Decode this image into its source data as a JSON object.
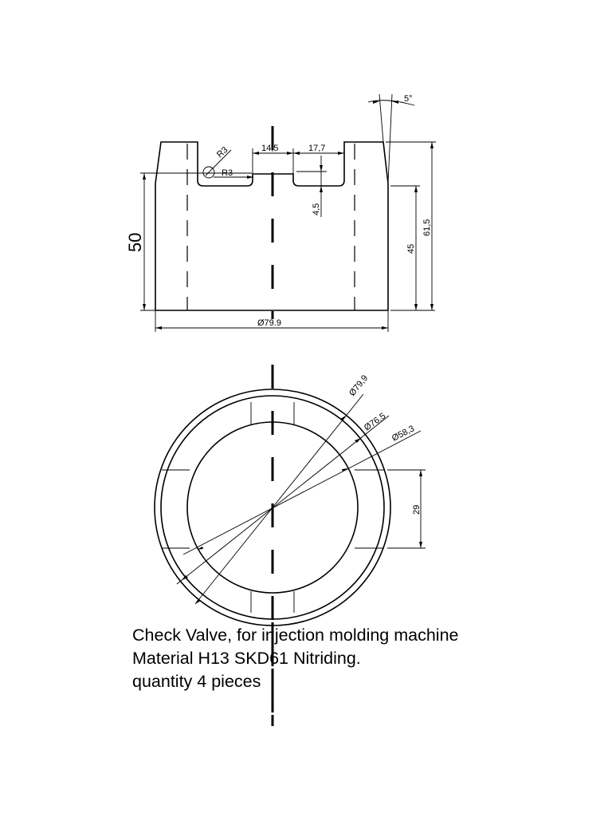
{
  "side_view": {
    "dim_top_angle": "5°",
    "dim_slot_width_left": "14,5",
    "dim_slot_width_right": "17,7",
    "dim_radius_outer": "R3",
    "dim_radius_inner": "R3",
    "dim_slot_depth": "4,5",
    "dim_height_main": "50",
    "dim_height_step": "45",
    "dim_height_total": "61,5",
    "dim_outer_diameter": "Ø79.9"
  },
  "top_view": {
    "dim_outer_diameter": "Ø79,9",
    "dim_mid_diameter": "Ø76,5",
    "dim_inner_diameter": "Ø58,3",
    "dim_lug_width": "29"
  },
  "notes": {
    "line1": "Check Valve, for injection molding machine",
    "line2": "Material H13  SKD61  Nitriding.",
    "line3": "quantity 4 pieces"
  }
}
